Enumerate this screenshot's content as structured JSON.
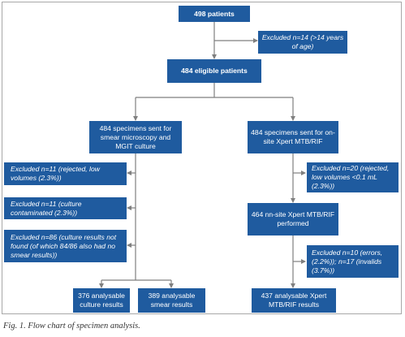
{
  "boxes": {
    "total": "498 patients",
    "excluded_age": "Excluded n=14 (>14 years of age)",
    "eligible": "484 eligible patients",
    "smear_sent": "484 specimens sent for smear microscopy and MGIT culture",
    "xpert_sent": "484 specimens sent for on-site Xpert MTB/RIF",
    "excl_rejected": "Excluded n=11 (rejected, low volumes (2.3%))",
    "excl_contaminated": "Excluded n=11 (culture contaminated (2.3%))",
    "excl_notfound": "Excluded n=86 (culture results not found (of which 84/86 also had no smear results))",
    "culture_results": "376 analysable culture results",
    "smear_results": "389 analysable smear results",
    "excl_xpert_rejected": "Excluded n=20 (rejected, low volumes <0.1 mL (2.3%))",
    "xpert_performed": "464 nn-site Xpert MTB/RIF performed",
    "excl_xpert_errors": "Excluded n=10 (errors, (2.2%)); n=17 (invalids (3.7%))",
    "xpert_results": "437 analysable Xpert MTB/RIF results"
  },
  "caption": "Fig. 1. Flow chart of specimen analysis.",
  "colors": {
    "box": "#1f5b9f",
    "line": "#7f7f7f",
    "text": "#ffffff"
  }
}
